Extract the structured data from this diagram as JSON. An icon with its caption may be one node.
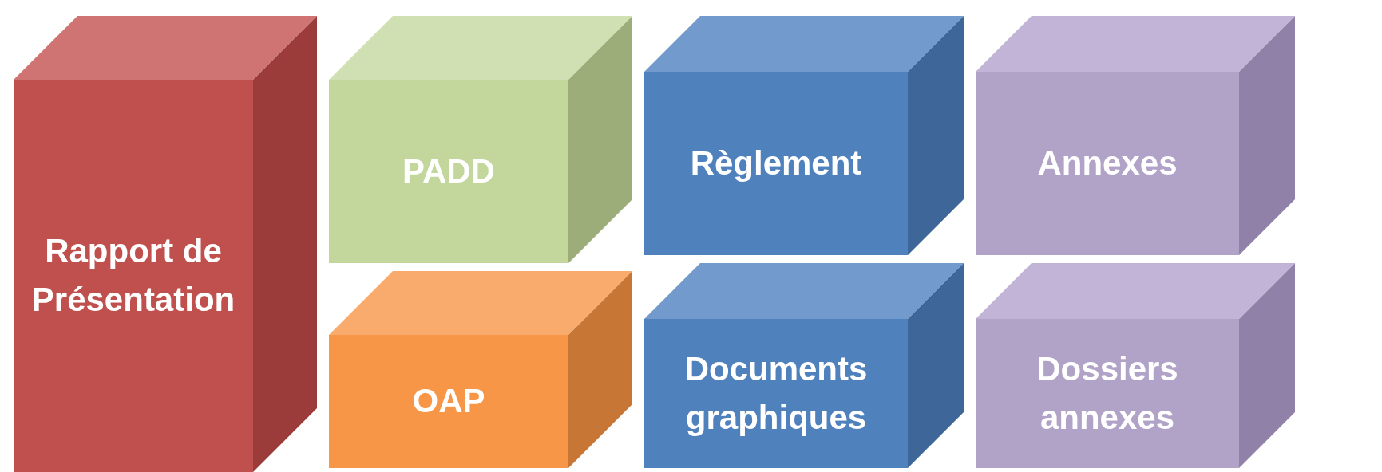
{
  "diagram": {
    "nodes": [
      {
        "text": [
          "Rapport de Présentation"
        ]
      },
      {
        "text": [
          "PADD"
        ]
      },
      {
        "text": [
          "OAP"
        ]
      },
      {
        "text": [
          "Règlement"
        ]
      },
      {
        "text": [
          "Documents graphiques"
        ]
      },
      {
        "text": [
          "Annexes"
        ]
      },
      {
        "text": [
          "Dossiers annexes"
        ]
      }
    ]
  }
}
